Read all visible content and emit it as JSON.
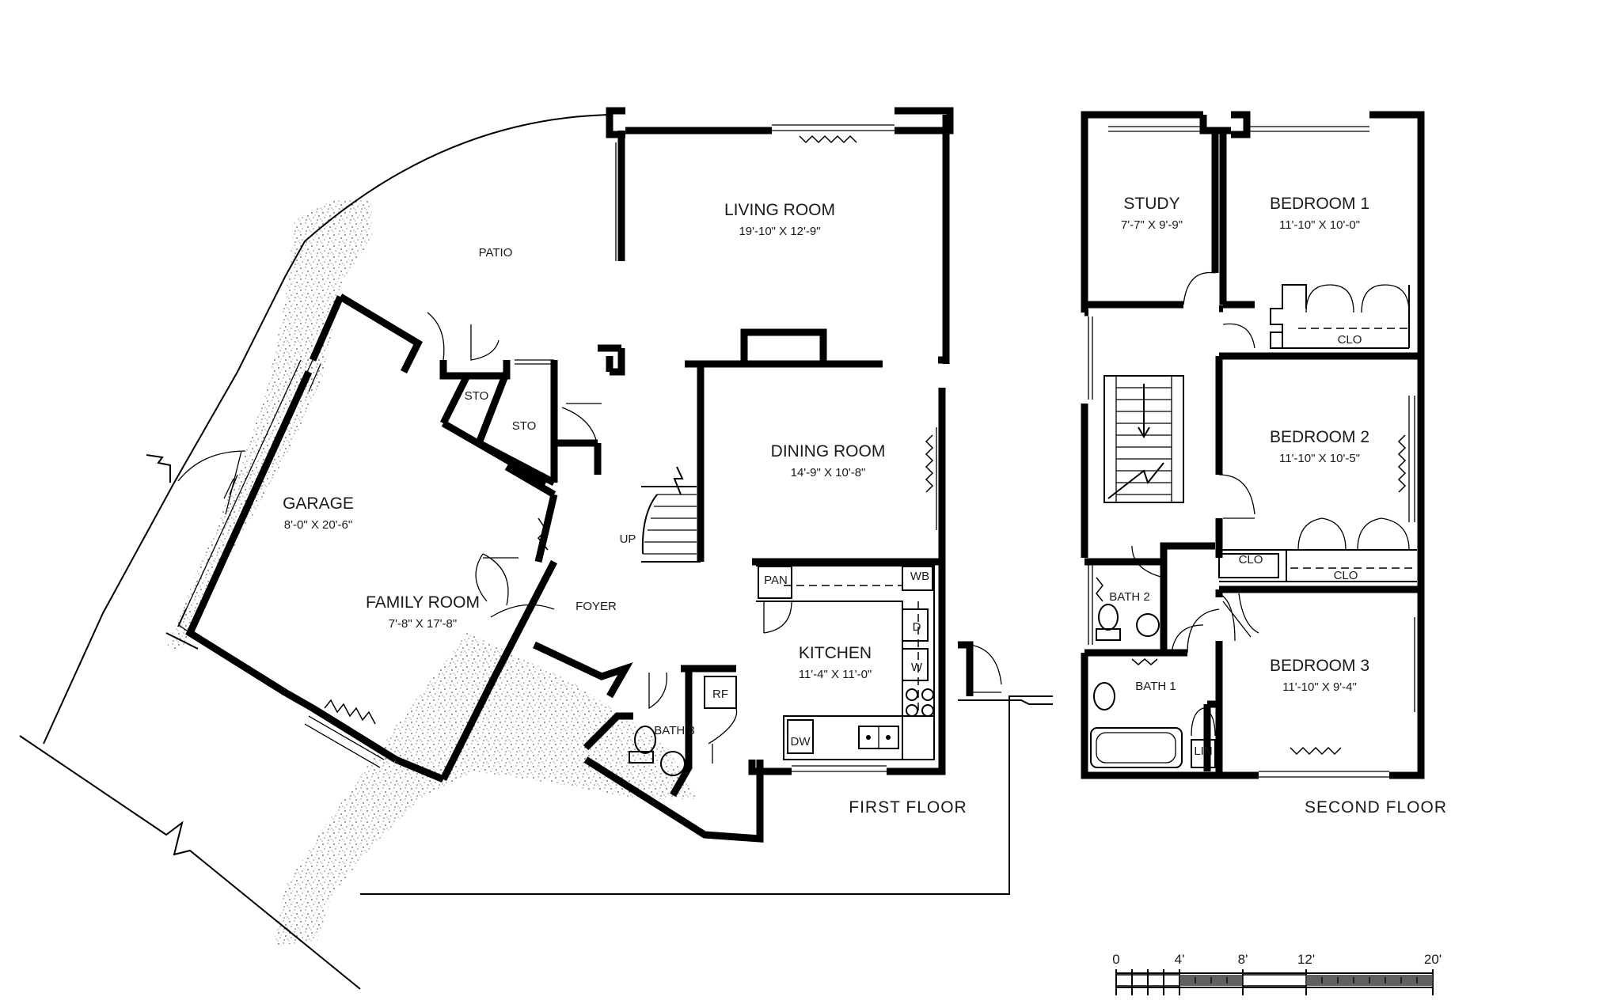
{
  "floors": {
    "first": {
      "title": "FIRST FLOOR",
      "rooms": {
        "living_room": {
          "name": "LIVING ROOM",
          "dims": "19'-10\" X 12'-9\""
        },
        "dining_room": {
          "name": "DINING ROOM",
          "dims": "14'-9\" X 10'-8\""
        },
        "kitchen": {
          "name": "KITCHEN",
          "dims": "11'-4\" X 11'-0\""
        },
        "garage": {
          "name": "GARAGE",
          "dims": "8'-0\" X 20'-6\""
        },
        "family_room": {
          "name": "FAMILY ROOM",
          "dims": "7'-8\" X 17'-8\""
        },
        "foyer": {
          "name": "FOYER"
        },
        "patio": {
          "name": "PATIO"
        },
        "bath3": {
          "name": "BATH 3"
        }
      },
      "labels": {
        "sto1": "STO",
        "sto2": "STO",
        "up": "UP",
        "pan": "PAN",
        "wb": "WB",
        "d": "D",
        "w": "W",
        "rf": "RF",
        "dw": "DW"
      }
    },
    "second": {
      "title": "SECOND FLOOR",
      "rooms": {
        "study": {
          "name": "STUDY",
          "dims": "7'-7\" X 9'-9\""
        },
        "bedroom1": {
          "name": "BEDROOM 1",
          "dims": "11'-10\" X 10'-0\""
        },
        "bedroom2": {
          "name": "BEDROOM 2",
          "dims": "11'-10\" X 10'-5\""
        },
        "bedroom3": {
          "name": "BEDROOM 3",
          "dims": "11'-10\" X 9'-4\""
        },
        "bath1": {
          "name": "BATH 1"
        },
        "bath2": {
          "name": "BATH 2"
        }
      },
      "labels": {
        "clo1": "CLO",
        "clo2": "CLO",
        "clo3": "CLO",
        "lin": "LIN"
      }
    }
  },
  "scale": {
    "ticks": [
      "0",
      "4'",
      "8'",
      "12'",
      "20'"
    ]
  }
}
